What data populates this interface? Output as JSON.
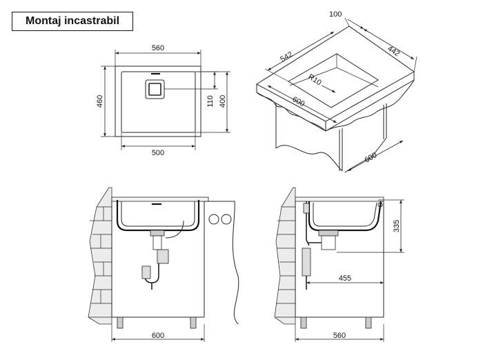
{
  "title": "Montaj incastrabil",
  "top_view": {
    "dim_width_outer": "560",
    "dim_height_outer": "460",
    "dim_width_inner": "500",
    "dim_height_inner": "400",
    "dim_drain_offset": "110"
  },
  "iso_view": {
    "dim_top": "100",
    "dim_right": "442",
    "dim_length": "542",
    "dim_radius": "R10",
    "dim_cabinet_width": "600",
    "dim_cabinet_depth": "600"
  },
  "front_view": {
    "dim_cabinet_width": "600"
  },
  "side_view": {
    "dim_depth": "335",
    "dim_drain_distance": "455",
    "dim_cabinet_depth": "560"
  }
}
